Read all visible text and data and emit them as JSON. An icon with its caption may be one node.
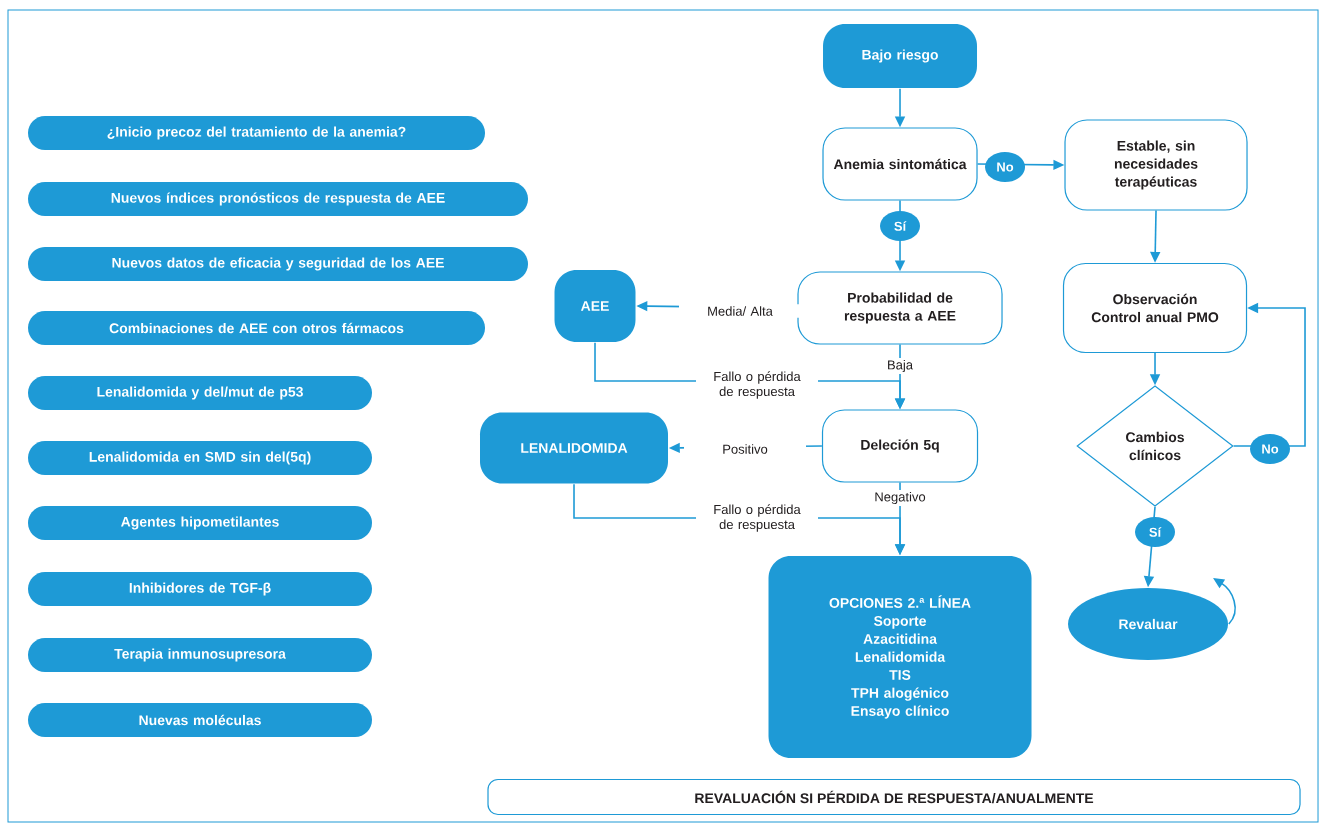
{
  "diagram": {
    "nodes": [
      {
        "text": [
          "¿Inicio precoz del tratamiento de la anemia?"
        ]
      },
      {
        "text": [
          "Nuevos índices pronósticos de respuesta de AEE"
        ]
      },
      {
        "text": [
          "Nuevos datos de eficacia y seguridad de los AEE"
        ]
      },
      {
        "text": [
          "Combinaciones de AEE con otros fármacos"
        ]
      },
      {
        "text": [
          "Lenalidomida y del/mut de p53"
        ]
      },
      {
        "text": [
          "Lenalidomida en SMD sin del(5q)"
        ]
      },
      {
        "text": [
          "Agentes hipometilantes"
        ]
      },
      {
        "text": [
          "Inhibidores de TGF-β"
        ]
      },
      {
        "text": [
          "Terapia inmunosupresora"
        ]
      },
      {
        "text": [
          "Nuevas moléculas"
        ]
      },
      {
        "text": [
          "Bajo riesgo"
        ]
      },
      {
        "text": [
          "Anemia sintomática"
        ]
      },
      {
        "text": [
          "Estable, sin necesidades terapéuticas"
        ]
      },
      {
        "text": [
          "AEE"
        ]
      },
      {
        "text": [
          "Probabilidad de respuesta a AEE"
        ]
      },
      {
        "text": [
          "Observación Control anual PMO"
        ]
      },
      {
        "text": [
          "LENALIDOMIDA"
        ]
      },
      {
        "text": [
          "Deleción 5q"
        ]
      },
      {
        "text": [
          "Cambios clínicos"
        ]
      },
      {
        "text": [
          "OPCIONES 2.ª LÍNEA",
          "Soporte",
          "Azacitidina",
          "Lenalidomida",
          "TIS",
          "TPH alogénico",
          "Ensayo clínico"
        ]
      },
      {
        "text": [
          "Revaluar"
        ]
      },
      {
        "text": [
          "REVALUACIÓN SI PÉRDIDA DE RESPUESTA/ANUALMENTE"
        ]
      }
    ],
    "edges": [
      {
        "from": 10,
        "to": 11,
        "arrow": "to"
      },
      {
        "from": 11,
        "to": 12,
        "arrow": "to",
        "label": "No"
      },
      {
        "from": 11,
        "to": 14,
        "arrow": "to",
        "label": "Sí"
      },
      {
        "from": 14,
        "to": 13,
        "arrow": "to",
        "label": "Media/ Alta"
      },
      {
        "from": 14,
        "to": 17,
        "arrow": "to",
        "label": "Baja"
      },
      {
        "from": 13,
        "to": 17,
        "arrow": "to",
        "label": "Fallo o pérdida de respuesta"
      },
      {
        "from": 17,
        "to": 16,
        "arrow": "to",
        "label": "Positivo"
      },
      {
        "from": 17,
        "to": 19,
        "arrow": "to",
        "label": "Negativo"
      },
      {
        "from": 16,
        "to": 19,
        "arrow": "to",
        "label": "Fallo o pérdida de respuesta"
      },
      {
        "from": 12,
        "to": 15,
        "arrow": "to"
      },
      {
        "from": 15,
        "to": 18,
        "arrow": "to"
      },
      {
        "from": 18,
        "to": 15,
        "arrow": "to",
        "label": "No"
      },
      {
        "from": 18,
        "to": 20,
        "arrow": "to",
        "label": "Sí"
      },
      {
        "from": 20,
        "to": null,
        "arrow": "to"
      }
    ]
  }
}
